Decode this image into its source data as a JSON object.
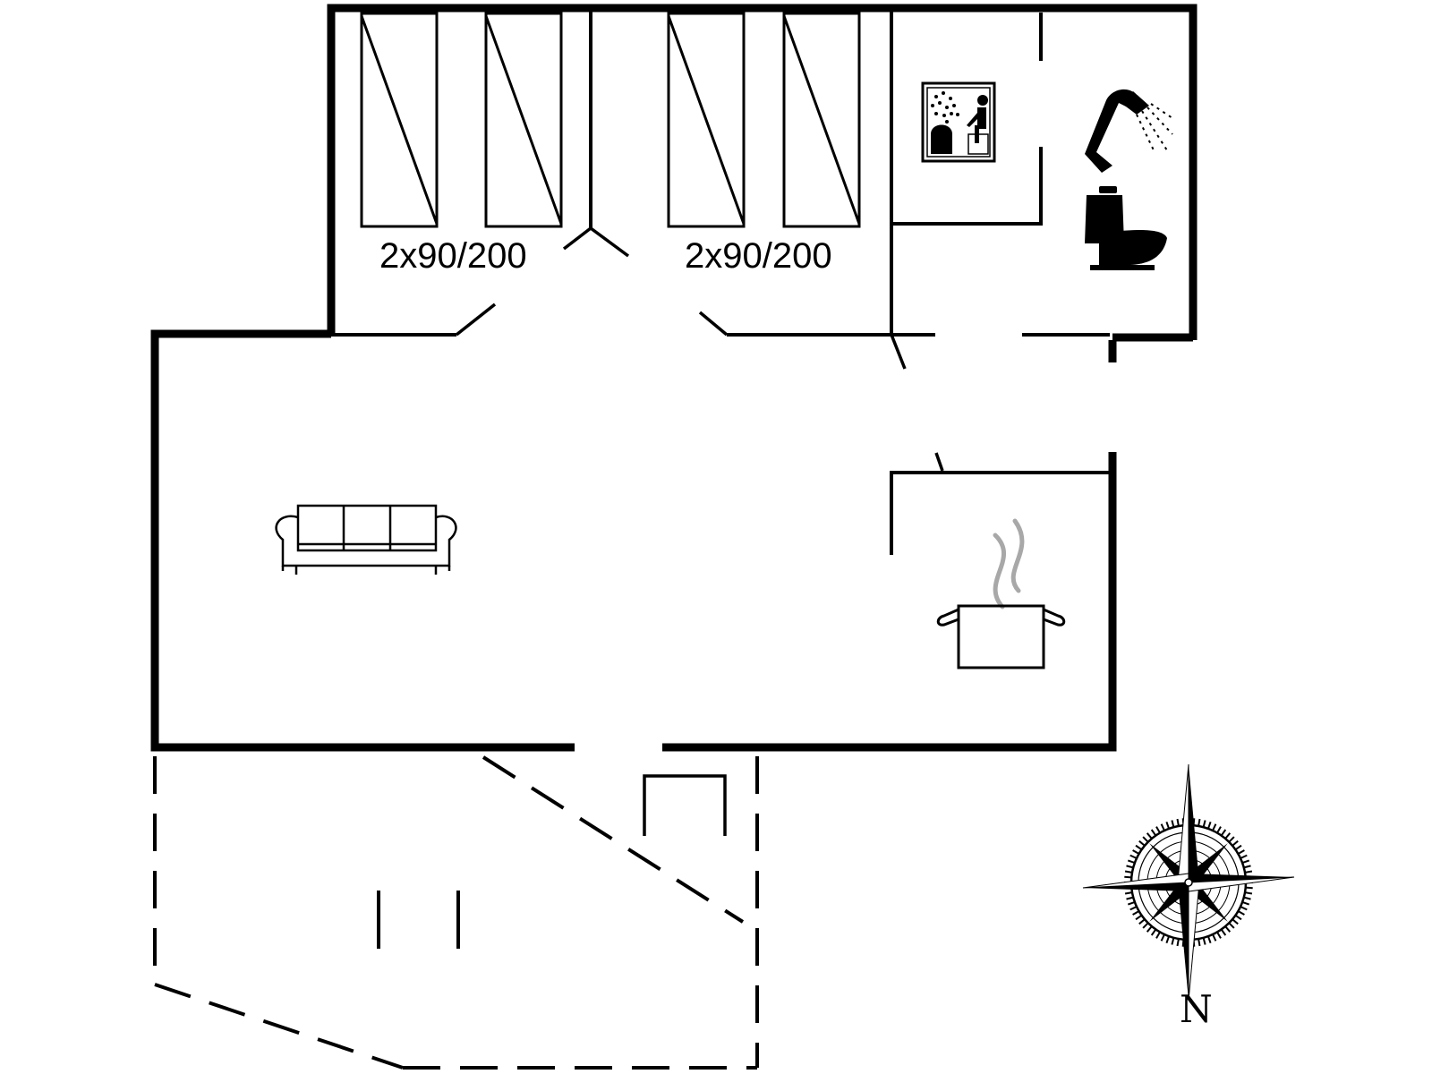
{
  "bed_labels": {
    "left": "2x90/200",
    "right": "2x90/200"
  },
  "compass": {
    "label": "N"
  },
  "icons": [
    "sofa-icon",
    "cooking-pot-icon",
    "sauna-icon",
    "shower-icon",
    "toilet-icon",
    "compass-rose-icon"
  ],
  "colors": {
    "line": "#000000",
    "steam": "#a8a8a8",
    "background": "#ffffff"
  }
}
